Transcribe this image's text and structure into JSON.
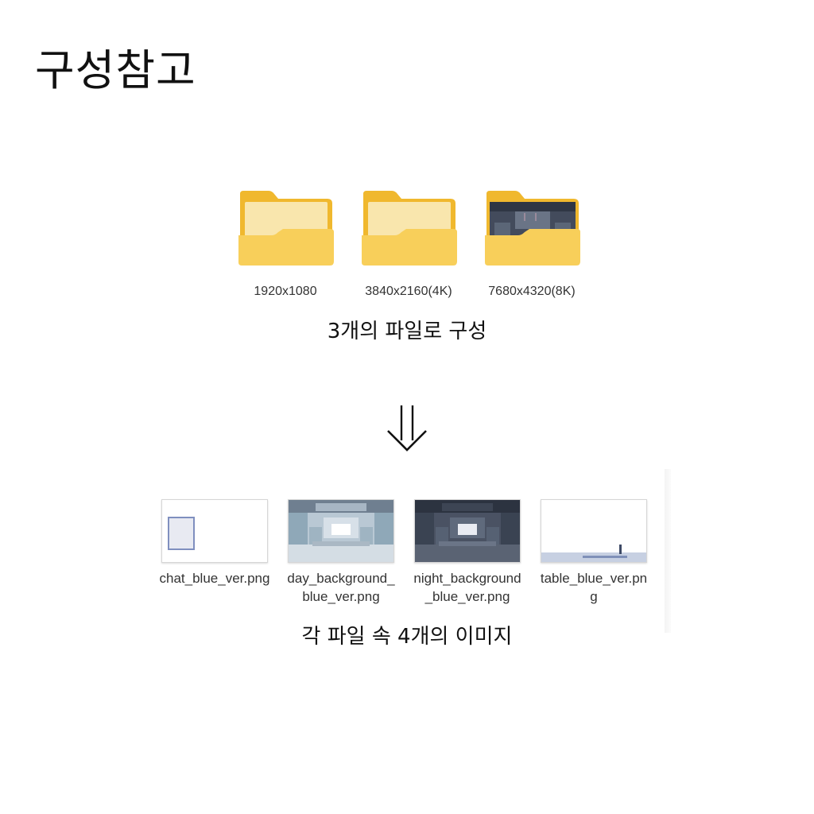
{
  "page": {
    "title": "구성참고"
  },
  "folders": [
    {
      "label": "1920x1080",
      "icon": "folder-icon",
      "has_preview": false
    },
    {
      "label": "3840x2160(4K)",
      "icon": "folder-icon",
      "has_preview": false
    },
    {
      "label": "7680x4320(8K)",
      "icon": "folder-with-preview-icon",
      "has_preview": true
    }
  ],
  "captions": {
    "folders": "3개의 파일로 구성",
    "files": "각 파일 속 4개의 이미지"
  },
  "arrow": {
    "icon": "double-down-arrow-icon"
  },
  "files": [
    {
      "name": "chat_blue_ver.png",
      "thumb": "chat-thumbnail"
    },
    {
      "name": "day_background_blue_ver.png",
      "thumb": "day-background-thumbnail"
    },
    {
      "name": "night_background_blue_ver.png",
      "thumb": "night-background-thumbnail"
    },
    {
      "name": "table_blue_ver.png",
      "thumb": "table-thumbnail"
    }
  ],
  "colors": {
    "folder_back": "#f2c23a",
    "folder_front": "#f7d36a",
    "folder_paper": "#f9e3a4",
    "night_scene": "#3e4656",
    "day_scene": "#8fa6b8"
  }
}
